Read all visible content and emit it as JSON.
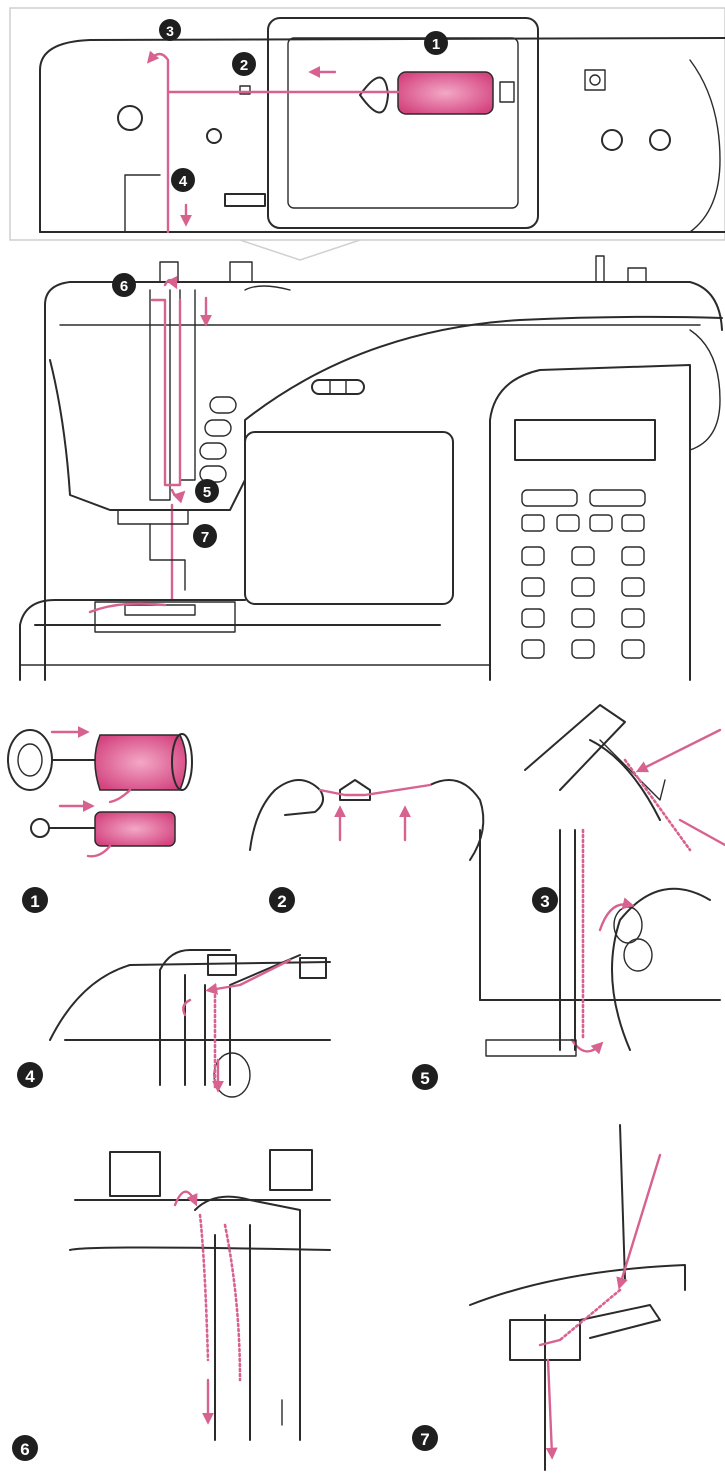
{
  "colors": {
    "thread": "#d8628f",
    "ink": "#2b2b2b",
    "badge_fill": "#1f1f1f",
    "badge_text": "#ffffff"
  },
  "steps": {
    "s1": "1",
    "s2": "2",
    "s3": "3",
    "s4": "4",
    "s5": "5",
    "s6": "6",
    "s7": "7"
  }
}
